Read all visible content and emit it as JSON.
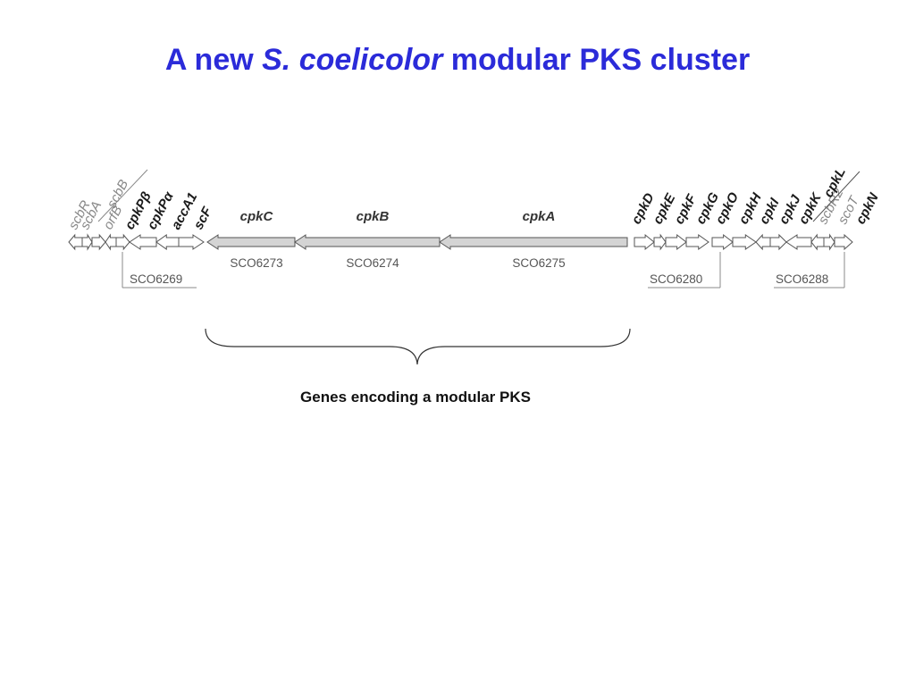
{
  "title": {
    "prefix": "A new ",
    "italic": "S. coelicolor",
    "suffix": " modular PKS cluster"
  },
  "genes_left": [
    "scbR",
    "scbA",
    "orfB",
    "cpkPβ",
    "cpkPα",
    "accA1",
    "scF"
  ],
  "gene_above_left": "scbB",
  "big_genes": [
    {
      "name": "cpkC",
      "id": "SCO6273"
    },
    {
      "name": "cpkB",
      "id": "SCO6274"
    },
    {
      "name": "cpkA",
      "id": "SCO6275"
    }
  ],
  "genes_right": [
    "cpkD",
    "cpkE",
    "cpkF",
    "cpkG",
    "cpkO",
    "cpkH",
    "cpkI",
    "cpkJ",
    "cpkK",
    "scbR2",
    "scoT",
    "cpkN"
  ],
  "gene_above_right": "cpkL",
  "sco_tags": [
    "SCO6269",
    "SCO6280",
    "SCO6288"
  ],
  "caption": "Genes encoding a modular PKS",
  "colors": {
    "title": "#2b2bd9",
    "arrow_fill": "#d4d4d4",
    "arrow_stroke": "#555555"
  }
}
